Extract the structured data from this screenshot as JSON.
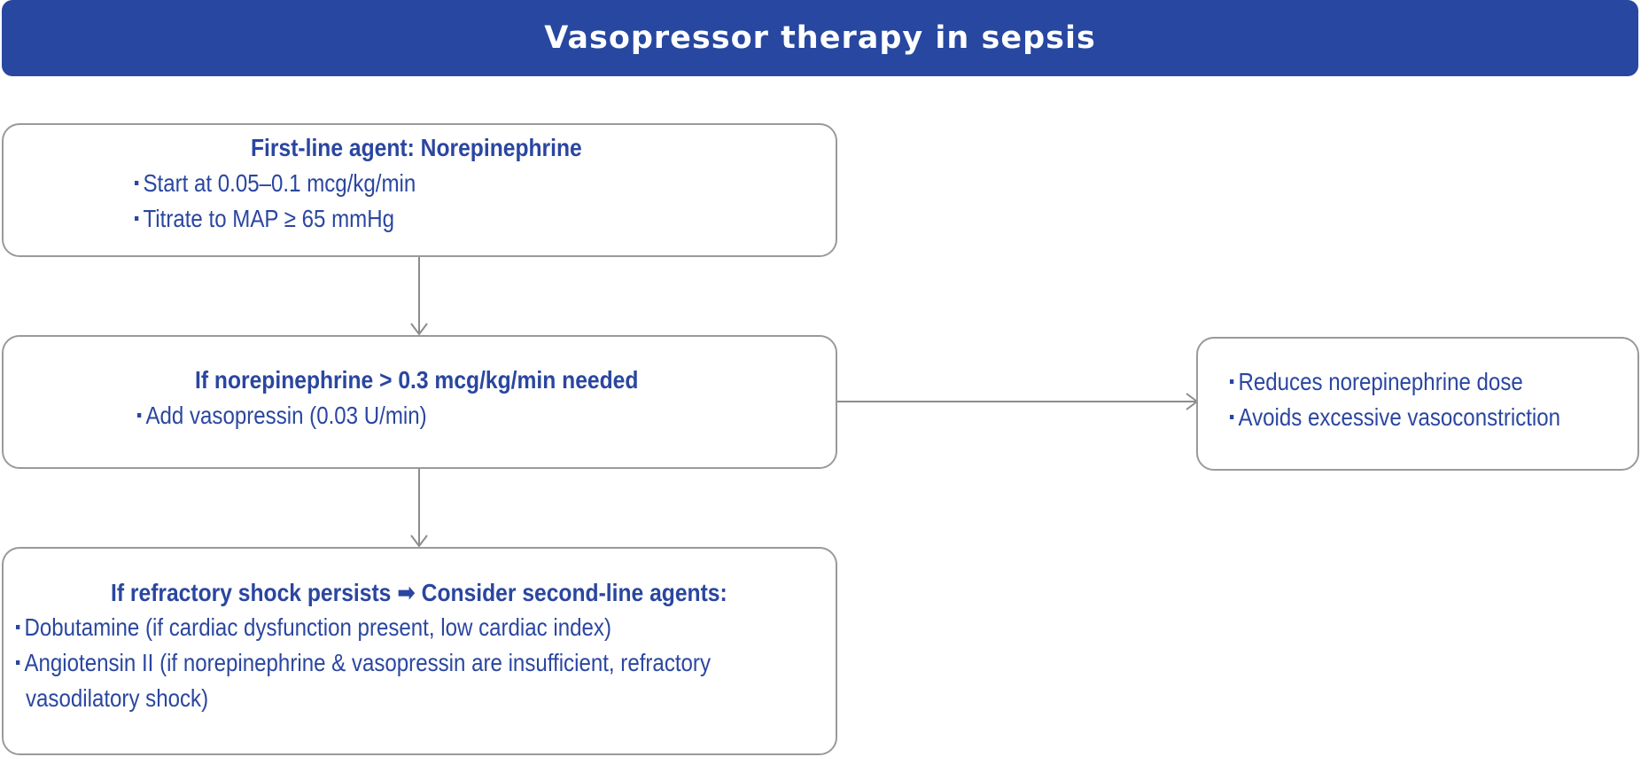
{
  "header": {
    "title": "Vasopressor therapy in sepsis"
  },
  "nodes": {
    "first_line": {
      "title": "First-line agent: Norepinephrine",
      "bullets": [
        "Start at 0.05–0.1 mcg/kg/min",
        "Titrate to MAP ≥ 65 mmHg"
      ]
    },
    "escalation": {
      "title": "If norepinephrine > 0.3 mcg/kg/min needed",
      "bullets": [
        "Add vasopressin (0.03 U/min)"
      ]
    },
    "benefits": {
      "bullets": [
        "Reduces norepinephrine dose",
        "Avoids excessive vasoconstriction"
      ]
    },
    "refractory": {
      "title": "If refractory shock persists ➡ Consider second-line agents:",
      "bullets": [
        "Dobutamine (if cardiac dysfunction present, low cardiac index)",
        "Angiotensin II (if norepinephrine & vasopressin are insufficient, refractory",
        "vasodilatory shock)"
      ]
    }
  },
  "colors": {
    "header_bg": "#2747a0",
    "text": "#2a46a0",
    "border": "#9a9a9a",
    "arrow": "#8c8c8c"
  }
}
